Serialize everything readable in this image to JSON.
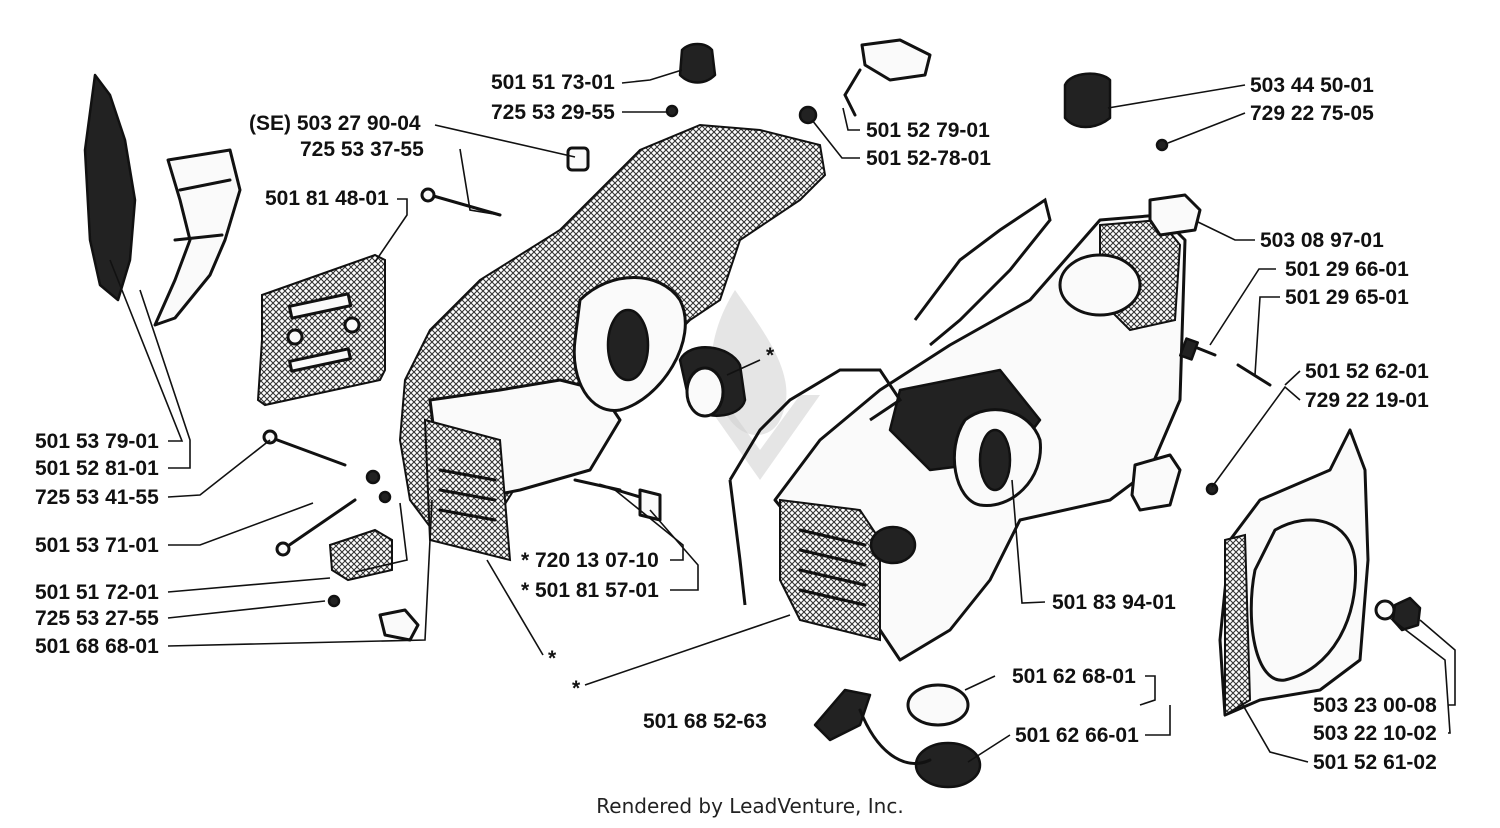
{
  "credit": "Rendered by LeadVenture, Inc.",
  "labels": {
    "p501517301": "501 51 73-01",
    "p725532955": "725 53 29-55",
    "pse503279004": "(SE) 503 27 90-04",
    "p725533755": "725 53 37-55",
    "p501814801": "501 81 48-01",
    "p501527901": "501 52 79-01",
    "p501527801": "501 52-78-01",
    "p503445001": "503 44 50-01",
    "p729227505": "729 22 75-05",
    "p503089701": "503 08 97-01",
    "p501296601": "501 29 66-01",
    "p501296501": "501 29 65-01",
    "p501526201": "501 52 62-01",
    "p729221901": "729 22 19-01",
    "p501537901": "501 53 79-01",
    "p501528101": "501 52 81-01",
    "p725534155": "725 53 41-55",
    "p501537101": "501 53 71-01",
    "p501517201": "501 51 72-01",
    "p725532755": "725 53 27-55",
    "p501686801": "501 68 68-01",
    "p720130710": "* 720 13 07-10",
    "p501815701": "* 501 81 57-01",
    "p501839401": "501 83 94-01",
    "p501626801": "501 62 68-01",
    "p501626601": "501 62 66-01",
    "p501685263": "501 68 52-63",
    "p503230008": "503 23 00-08",
    "p503221002": "503 22 10-02",
    "p501526102": "501 52 61-02",
    "star1": "*",
    "star2": "*",
    "star3": "*"
  }
}
